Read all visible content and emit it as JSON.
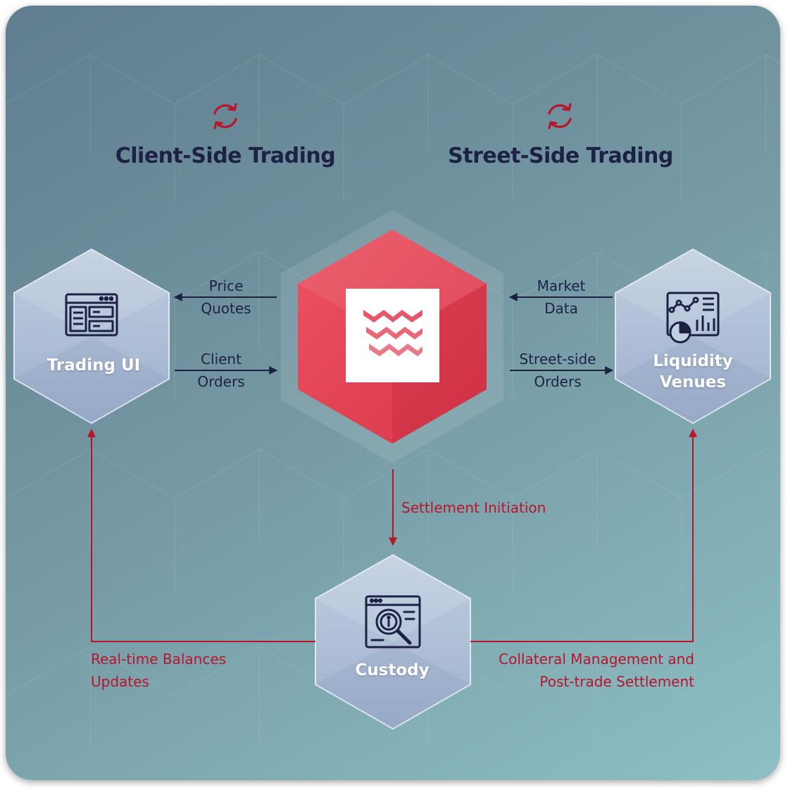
{
  "headings": {
    "client_side": "Client-Side Trading",
    "street_side": "Street-Side Trading"
  },
  "nodes": {
    "trading_ui": "Trading UI",
    "liquidity_venues": "Liquidity Venues",
    "custody": "Custody"
  },
  "flows": {
    "price_quotes": "Price Quotes",
    "client_orders": "Client Orders",
    "market_data": "Market Data",
    "street_side_orders": "Street-side Orders",
    "settlement_initiation": "Settlement Initiation",
    "realtime_balances": "Real-time Balances Updates",
    "collateral_management": "Collateral Management and Post-trade Settlement"
  },
  "colors": {
    "accent_red": "#b8142a",
    "navy": "#1d2245",
    "core_red": "#e0404f"
  },
  "icons": {
    "sync": "sync-icon",
    "trading_ui": "trading-dashboard-icon",
    "liquidity": "analytics-chart-icon",
    "custody": "document-search-icon",
    "core_logo": "chevron-waves-logo"
  }
}
